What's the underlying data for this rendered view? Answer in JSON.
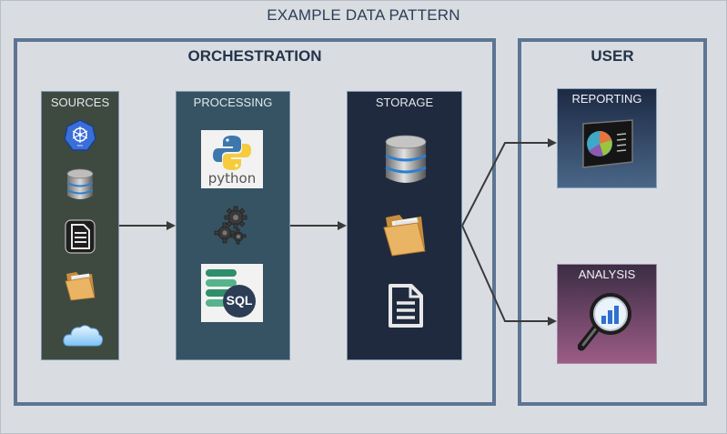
{
  "title": "EXAMPLE DATA PATTERN",
  "groups": {
    "orchestration": "ORCHESTRATION",
    "user": "USER"
  },
  "columns": {
    "sources": "SOURCES",
    "processing": "PROCESSING",
    "storage": "STORAGE"
  },
  "cards": {
    "reporting": "REPORTING",
    "analysis": "ANALYSIS"
  },
  "icons": {
    "sources": [
      "kubernetes-icon",
      "database-icon",
      "document-icon",
      "folder-icon",
      "cloud-icon"
    ],
    "processing": [
      "python-logo",
      "gears-icon",
      "sql-database-icon"
    ],
    "storage": [
      "database-icon",
      "folder-icon",
      "document-icon"
    ],
    "reporting": "pie-chart-screen-icon",
    "analysis": "magnifier-chart-icon"
  },
  "python_label": "python",
  "sql_label": "SQL",
  "colors": {
    "background": "#d9dde2",
    "group_border": "#5d7593",
    "sources_fill": "#3e4a40",
    "processing_fill": "#355363",
    "storage_fill": "#1f2a3e",
    "reporting_fill_top": "#1c2a44",
    "reporting_fill_bottom": "#4a6688",
    "analysis_fill_top": "#3b2d44",
    "analysis_fill_bottom": "#9c5c86",
    "arrow": "#3a3a3a"
  }
}
